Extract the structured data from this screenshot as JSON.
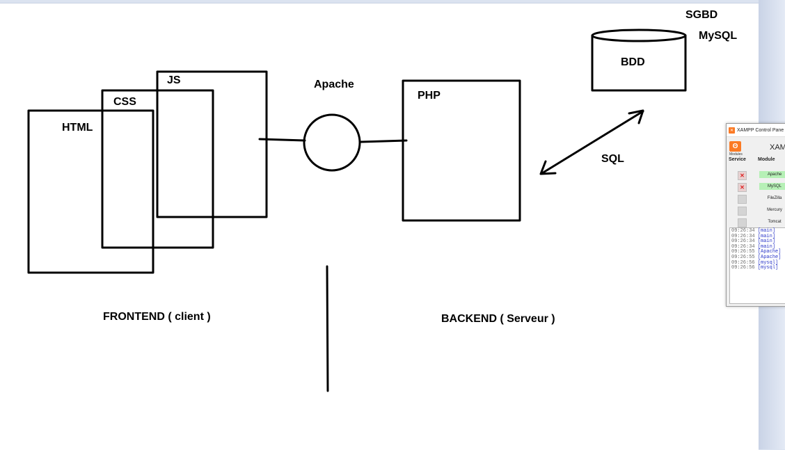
{
  "diagram": {
    "labels": {
      "html": "HTML",
      "css": "CSS",
      "js": "JS",
      "apache": "Apache",
      "php": "PHP",
      "bdd": "BDD",
      "sgbd": "SGBD",
      "mysql": "MySQL",
      "sql": "SQL",
      "frontend": "FRONTEND ( client )",
      "backend": "BACKEND ( Serveur )"
    }
  },
  "xampp": {
    "title": "XAMPP Control Pane",
    "brand": "XAM",
    "logo_glyph": "ʘ",
    "modules_label": "Modules",
    "col_service": "Service",
    "col_module": "Module",
    "rows": [
      {
        "module": "Apache",
        "service_mark": "✕",
        "status": "running"
      },
      {
        "module": "MySQL",
        "service_mark": "✕",
        "status": "running"
      },
      {
        "module": "FileZilla",
        "service_mark": "",
        "status": "stopped"
      },
      {
        "module": "Mercury",
        "service_mark": "",
        "status": "stopped"
      },
      {
        "module": "Tomcat",
        "service_mark": "",
        "status": "stopped"
      }
    ],
    "log": [
      {
        "time": "09:26:34",
        "source": "[main]"
      },
      {
        "time": "09:26:34",
        "source": "[main]"
      },
      {
        "time": "09:26:34",
        "source": "[main]"
      },
      {
        "time": "09:26:34",
        "source": "[main]"
      },
      {
        "time": "09:26:55",
        "source": "[Apache]"
      },
      {
        "time": "09:26:55",
        "source": "[Apache]"
      },
      {
        "time": "09:26:56",
        "source": "[mysql]"
      },
      {
        "time": "09:26:56",
        "source": "[mysql]"
      }
    ]
  },
  "colors": {
    "ink": "#000000",
    "xampp_orange": "#fb7a24",
    "running_green": "#b6f0b6",
    "log_source_blue": "#2a36c8"
  }
}
